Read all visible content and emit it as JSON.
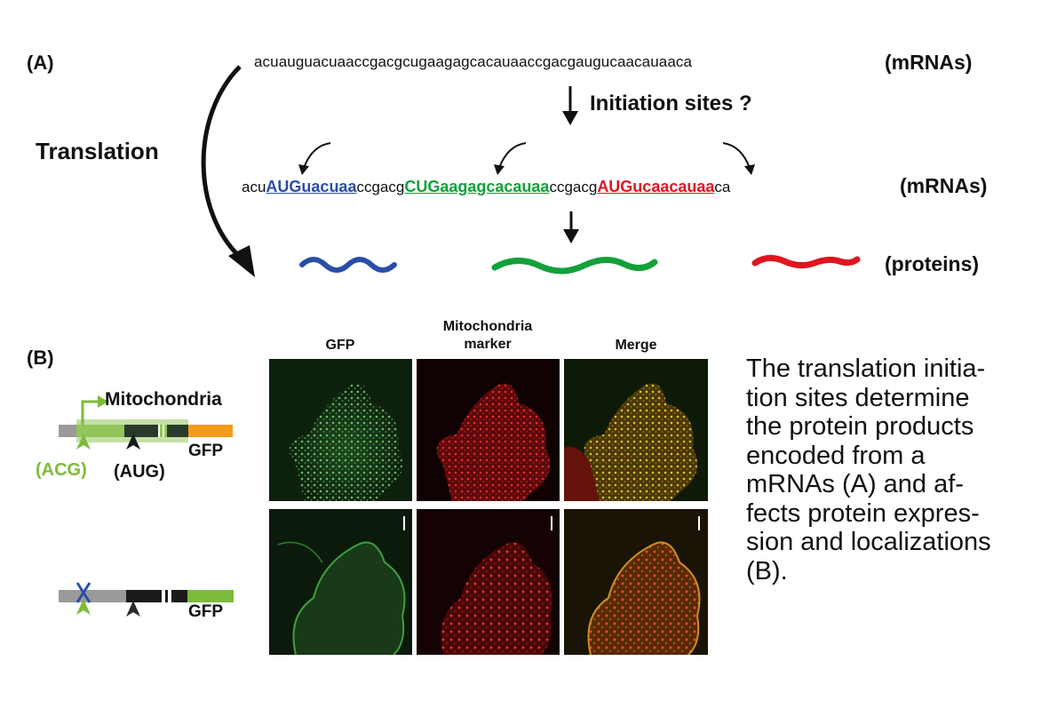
{
  "panel_a": {
    "label": "(A)",
    "mrna_sequence": "acuauguacuaaccgacgcugaagagcacauaaccgacgaugucaacauaaca",
    "mrna_tag": "(mRNAs)",
    "arrow_question": "Initiation sites ?",
    "translation_label": "Translation",
    "seq2": {
      "p1": "acu",
      "s1": "AUGuacuaa",
      "p2": "ccgacg",
      "s2": "CUGaagagcacauaa",
      "p3": "ccgacg",
      "s3": "AUGucaacauaa",
      "p4": "ca"
    },
    "mrna_tag2": "(mRNAs)",
    "proteins_tag": "(proteins)",
    "colors": {
      "blue": "#2a4ea8",
      "green": "#13a03a",
      "red": "#e0151f"
    }
  },
  "panel_b": {
    "label": "(B)",
    "construct1": {
      "mito_label": "Mitochondria",
      "acg": "(ACG)",
      "aug": "(AUG)",
      "gfp": "GFP"
    },
    "construct2": {
      "gfp": "GFP"
    },
    "col_heads": {
      "gfp": "GFP",
      "mito_line1": "Mitochondria",
      "mito_line2": "marker",
      "merge": "Merge"
    },
    "colors": {
      "light_green": "#7dbb3a",
      "orange": "#f39a1a",
      "gray": "#9a9a9a",
      "dark": "#1a1a1a",
      "x_blue": "#2a4ea8"
    }
  },
  "caption": {
    "lines": [
      "The translation initia-",
      "tion sites determine",
      "the protein products",
      "encoded from a",
      "mRNAs (A) and af-",
      "fects protein expres-",
      "sion and localizations",
      "(B)."
    ]
  }
}
